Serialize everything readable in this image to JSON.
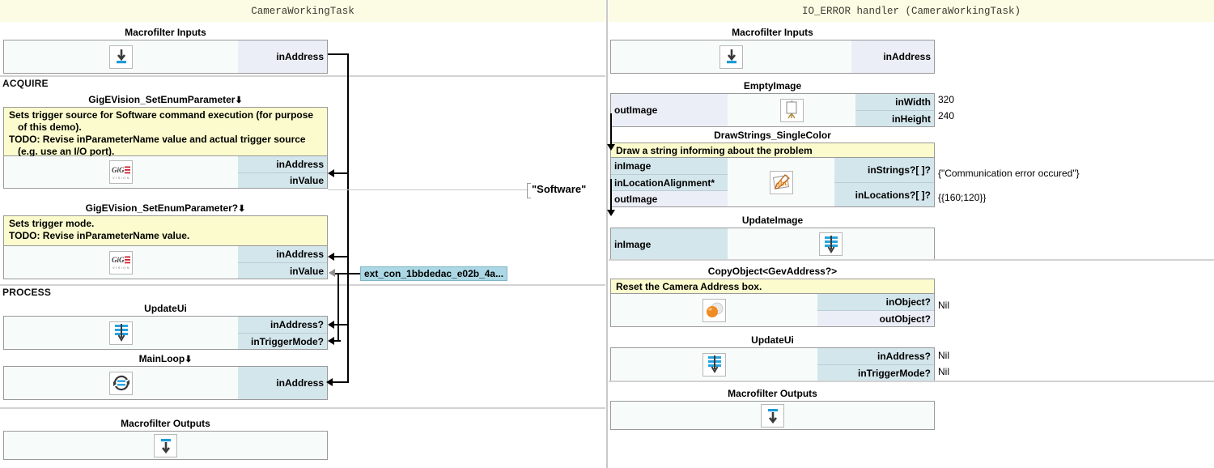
{
  "panes": {
    "left": {
      "title": "CameraWorkingTask"
    },
    "right": {
      "title": "IO_ERROR handler (CameraWorkingTask)"
    }
  },
  "left_pane": {
    "sections": [
      {
        "label": "ACQUIRE"
      },
      {
        "label": "PROCESS"
      }
    ],
    "blocks": [
      {
        "name": "macrofilter-inputs",
        "title": "Macrofilter Inputs",
        "icon": "macrofilter-input-icon",
        "outputs": [],
        "inputs": [],
        "ports_right": [
          {
            "label": "inAddress"
          }
        ]
      },
      {
        "name": "gigevision-setenumparameter-1",
        "title": "GigEVision_SetEnumParameter",
        "title_marker": "⬇",
        "comment": [
          "Sets trigger source for Software command execution (for purpose of this demo).",
          "TODO: Revise inParameterName value and actual trigger source (e.g. use an I/O port)."
        ],
        "icon": "gigevision-icon",
        "ports_right": [
          {
            "label": "inAddress"
          },
          {
            "label": "inValue"
          }
        ]
      },
      {
        "name": "gigevision-setenumparameter-2",
        "title": "GigEVision_SetEnumParameter?",
        "title_marker": "⬇",
        "comment": [
          "Sets trigger mode.",
          "TODO: Revise inParameterName value."
        ],
        "icon": "gigevision-icon",
        "ports_right": [
          {
            "label": "inAddress"
          },
          {
            "label": "inValue"
          }
        ]
      },
      {
        "name": "updateui-left",
        "title": "UpdateUi",
        "icon": "updateui-icon",
        "ports_right": [
          {
            "label": "inAddress?"
          },
          {
            "label": "inTriggerMode?"
          }
        ]
      },
      {
        "name": "mainloop",
        "title": "MainLoop",
        "title_marker": "⬇",
        "icon": "loop-icon",
        "ports_right": [
          {
            "label": "inAddress"
          }
        ]
      },
      {
        "name": "macrofilter-outputs",
        "title": "Macrofilter Outputs",
        "icon": "macrofilter-output-icon",
        "ports_right": []
      }
    ],
    "literals": [
      {
        "name": "software-literal",
        "text": "\"Software\""
      },
      {
        "name": "ext-con-chip",
        "text": "ext_con_1bbdedac_e02b_4a..."
      }
    ]
  },
  "right_pane": {
    "blocks": [
      {
        "name": "macrofilter-inputs",
        "title": "Macrofilter Inputs",
        "icon": "macrofilter-input-icon",
        "ports_right": [
          {
            "label": "inAddress",
            "value": ""
          }
        ]
      },
      {
        "name": "emptyimage",
        "title": "EmptyImage",
        "icon": "emptyimage-icon",
        "ports_left": [
          {
            "label": "outImage"
          }
        ],
        "ports_right": [
          {
            "label": "inWidth",
            "value": "320"
          },
          {
            "label": "inHeight",
            "value": "240"
          }
        ]
      },
      {
        "name": "drawstrings-singlecolor",
        "title": "DrawStrings_SingleColor",
        "comment": [
          "Draw a string informing about the problem"
        ],
        "icon": "drawstrings-icon",
        "ports_left": [
          {
            "label": "inImage"
          },
          {
            "label": "inLocationAlignment*"
          },
          {
            "label": "outImage"
          }
        ],
        "ports_right": [
          {
            "label": "inStrings?[ ]?",
            "value": "{\"Communication error occured\"}"
          },
          {
            "label": "inLocations?[ ]?",
            "value": "{{160;120}}"
          }
        ]
      },
      {
        "name": "updateimage",
        "title": "UpdateImage",
        "icon": "updateui-icon",
        "ports_left": [
          {
            "label": "inImage"
          }
        ],
        "ports_right": []
      },
      {
        "name": "copyobject",
        "title": "CopyObject<GevAddress?>",
        "comment": [
          "Reset the Camera Address box."
        ],
        "icon": "copyobject-icon",
        "ports_right": [
          {
            "label": "inObject?",
            "value": "Nil"
          },
          {
            "label": "outObject?",
            "value": ""
          }
        ]
      },
      {
        "name": "updateui-right",
        "title": "UpdateUi",
        "icon": "updateui-icon",
        "ports_right": [
          {
            "label": "inAddress?",
            "value": "Nil"
          },
          {
            "label": "inTriggerMode?",
            "value": "Nil"
          }
        ]
      },
      {
        "name": "macrofilter-outputs",
        "title": "Macrofilter Outputs",
        "icon": "macrofilter-output-icon",
        "ports_right": []
      }
    ]
  },
  "colors": {
    "title_bar": "#fcfce4",
    "input_port": "#d3e6ec",
    "output_port": "#eceef7",
    "comment": "#fbfbcd",
    "block_body": "#f7fcfb",
    "border": "#999999",
    "chip": "#abd8e4"
  }
}
